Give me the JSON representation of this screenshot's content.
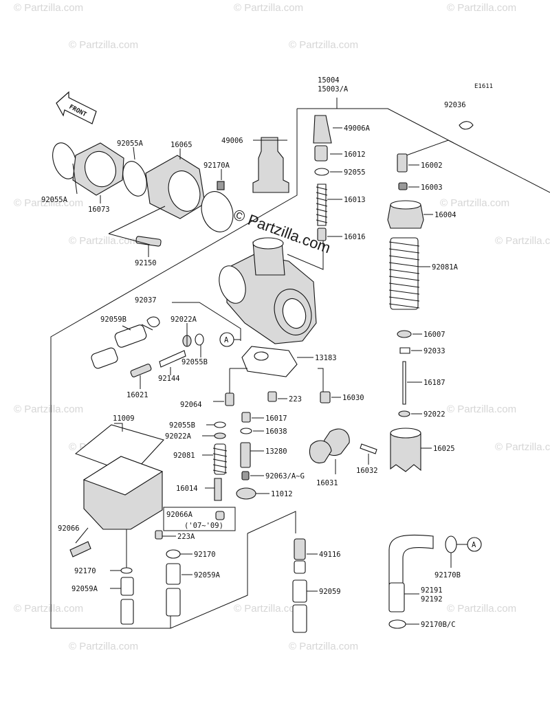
{
  "diagram": {
    "code": "E1611",
    "direction_label": "FRONT",
    "watermark": "© Partzilla.com",
    "parts": {
      "p15004": "15004",
      "p15003a": "15003/A",
      "p92036": "92036",
      "p49006a": "49006A",
      "p16012": "16012",
      "p92055": "92055",
      "p16002": "16002",
      "p16003": "16003",
      "p16013": "16013",
      "p16004": "16004",
      "p16016": "16016",
      "p92081a": "92081A",
      "p49006": "49006",
      "p92055a_top": "92055A",
      "p16065": "16065",
      "p92170a": "92170A",
      "p92055a_left": "92055A",
      "p16073": "16073",
      "p92150": "92150",
      "p92037": "92037",
      "p92059b": "92059B",
      "p92022a": "92022A",
      "p92055b": "92055B",
      "p16007": "16007",
      "p92033": "92033",
      "p13183": "13183",
      "p92144": "92144",
      "p16021": "16021",
      "p16187": "16187",
      "p92064": "92064",
      "p223": "223",
      "p16030": "16030",
      "p92022": "92022",
      "p11009": "11009",
      "p16017": "16017",
      "p92055b_2": "92055B",
      "p16038": "16038",
      "p92022a_2": "92022A",
      "p16025": "16025",
      "p92081": "92081",
      "p13280": "13280",
      "p92063": "92063/A~G",
      "p16032": "16032",
      "p16031": "16031",
      "p16014": "16014",
      "p11012": "11012",
      "p92066a": "92066A",
      "p92066a_years": "('07~'09)",
      "p223a": "223A",
      "p92066": "92066",
      "p92170": "92170",
      "p49116": "49116",
      "p92170b": "92170B",
      "p92170_2": "92170",
      "p92059a": "92059A",
      "p92059a_2": "92059A",
      "p92059": "92059",
      "p92191": "92191",
      "p92192": "92192",
      "p92170bc": "92170B/C"
    },
    "callout_a": "A"
  }
}
